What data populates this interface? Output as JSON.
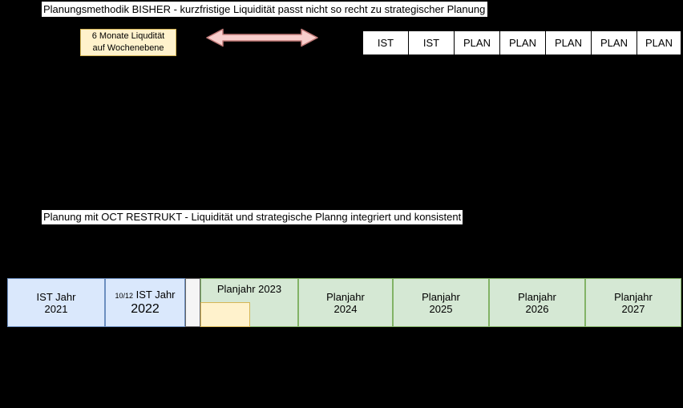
{
  "colors": {
    "background": "#000000",
    "title_bg": "#ffffff",
    "note_fill": "#fff2cc",
    "note_border": "#d6b656",
    "arrow_fill": "#f8cecc",
    "arrow_border": "#c27b79",
    "period_fill": "#ffffff",
    "period_border": "#000000",
    "ist_fill": "#dae8fc",
    "ist_border": "#6c8ebf",
    "plan_fill": "#d5e8d4",
    "plan_border": "#82b366",
    "gap_fill": "#f5f5f5",
    "gap_border": "#666666"
  },
  "bisher": {
    "title": "Planungsmethodik BISHER - kurzfristige Liquidität passt nicht so recht zu strategischer Planung",
    "note_line1": "6 Monate Liqudität",
    "note_line2": "auf Wochenebene",
    "periods": [
      "IST",
      "IST",
      "PLAN",
      "PLAN",
      "PLAN",
      "PLAN",
      "PLAN"
    ]
  },
  "restrukt": {
    "title": "Planung mit OCT RESTRUKT - Liquidität und strategische Planng integriert und konsistent",
    "timeline": {
      "ist2021_line1": "IST Jahr",
      "ist2021_line2": "2021",
      "ist2022_prefix": "10/12",
      "ist2022_line1": "IST Jahr",
      "ist2022_line2": "2022",
      "plan2023_label": "Planjahr 2023",
      "plan2024_line1": "Planjahr",
      "plan2024_line2": "2024",
      "plan2025_line1": "Planjahr",
      "plan2025_line2": "2025",
      "plan2026_line1": "Planjahr",
      "plan2026_line2": "2026",
      "plan2027_line1": "Planjahr",
      "plan2027_line2": "2027"
    }
  }
}
